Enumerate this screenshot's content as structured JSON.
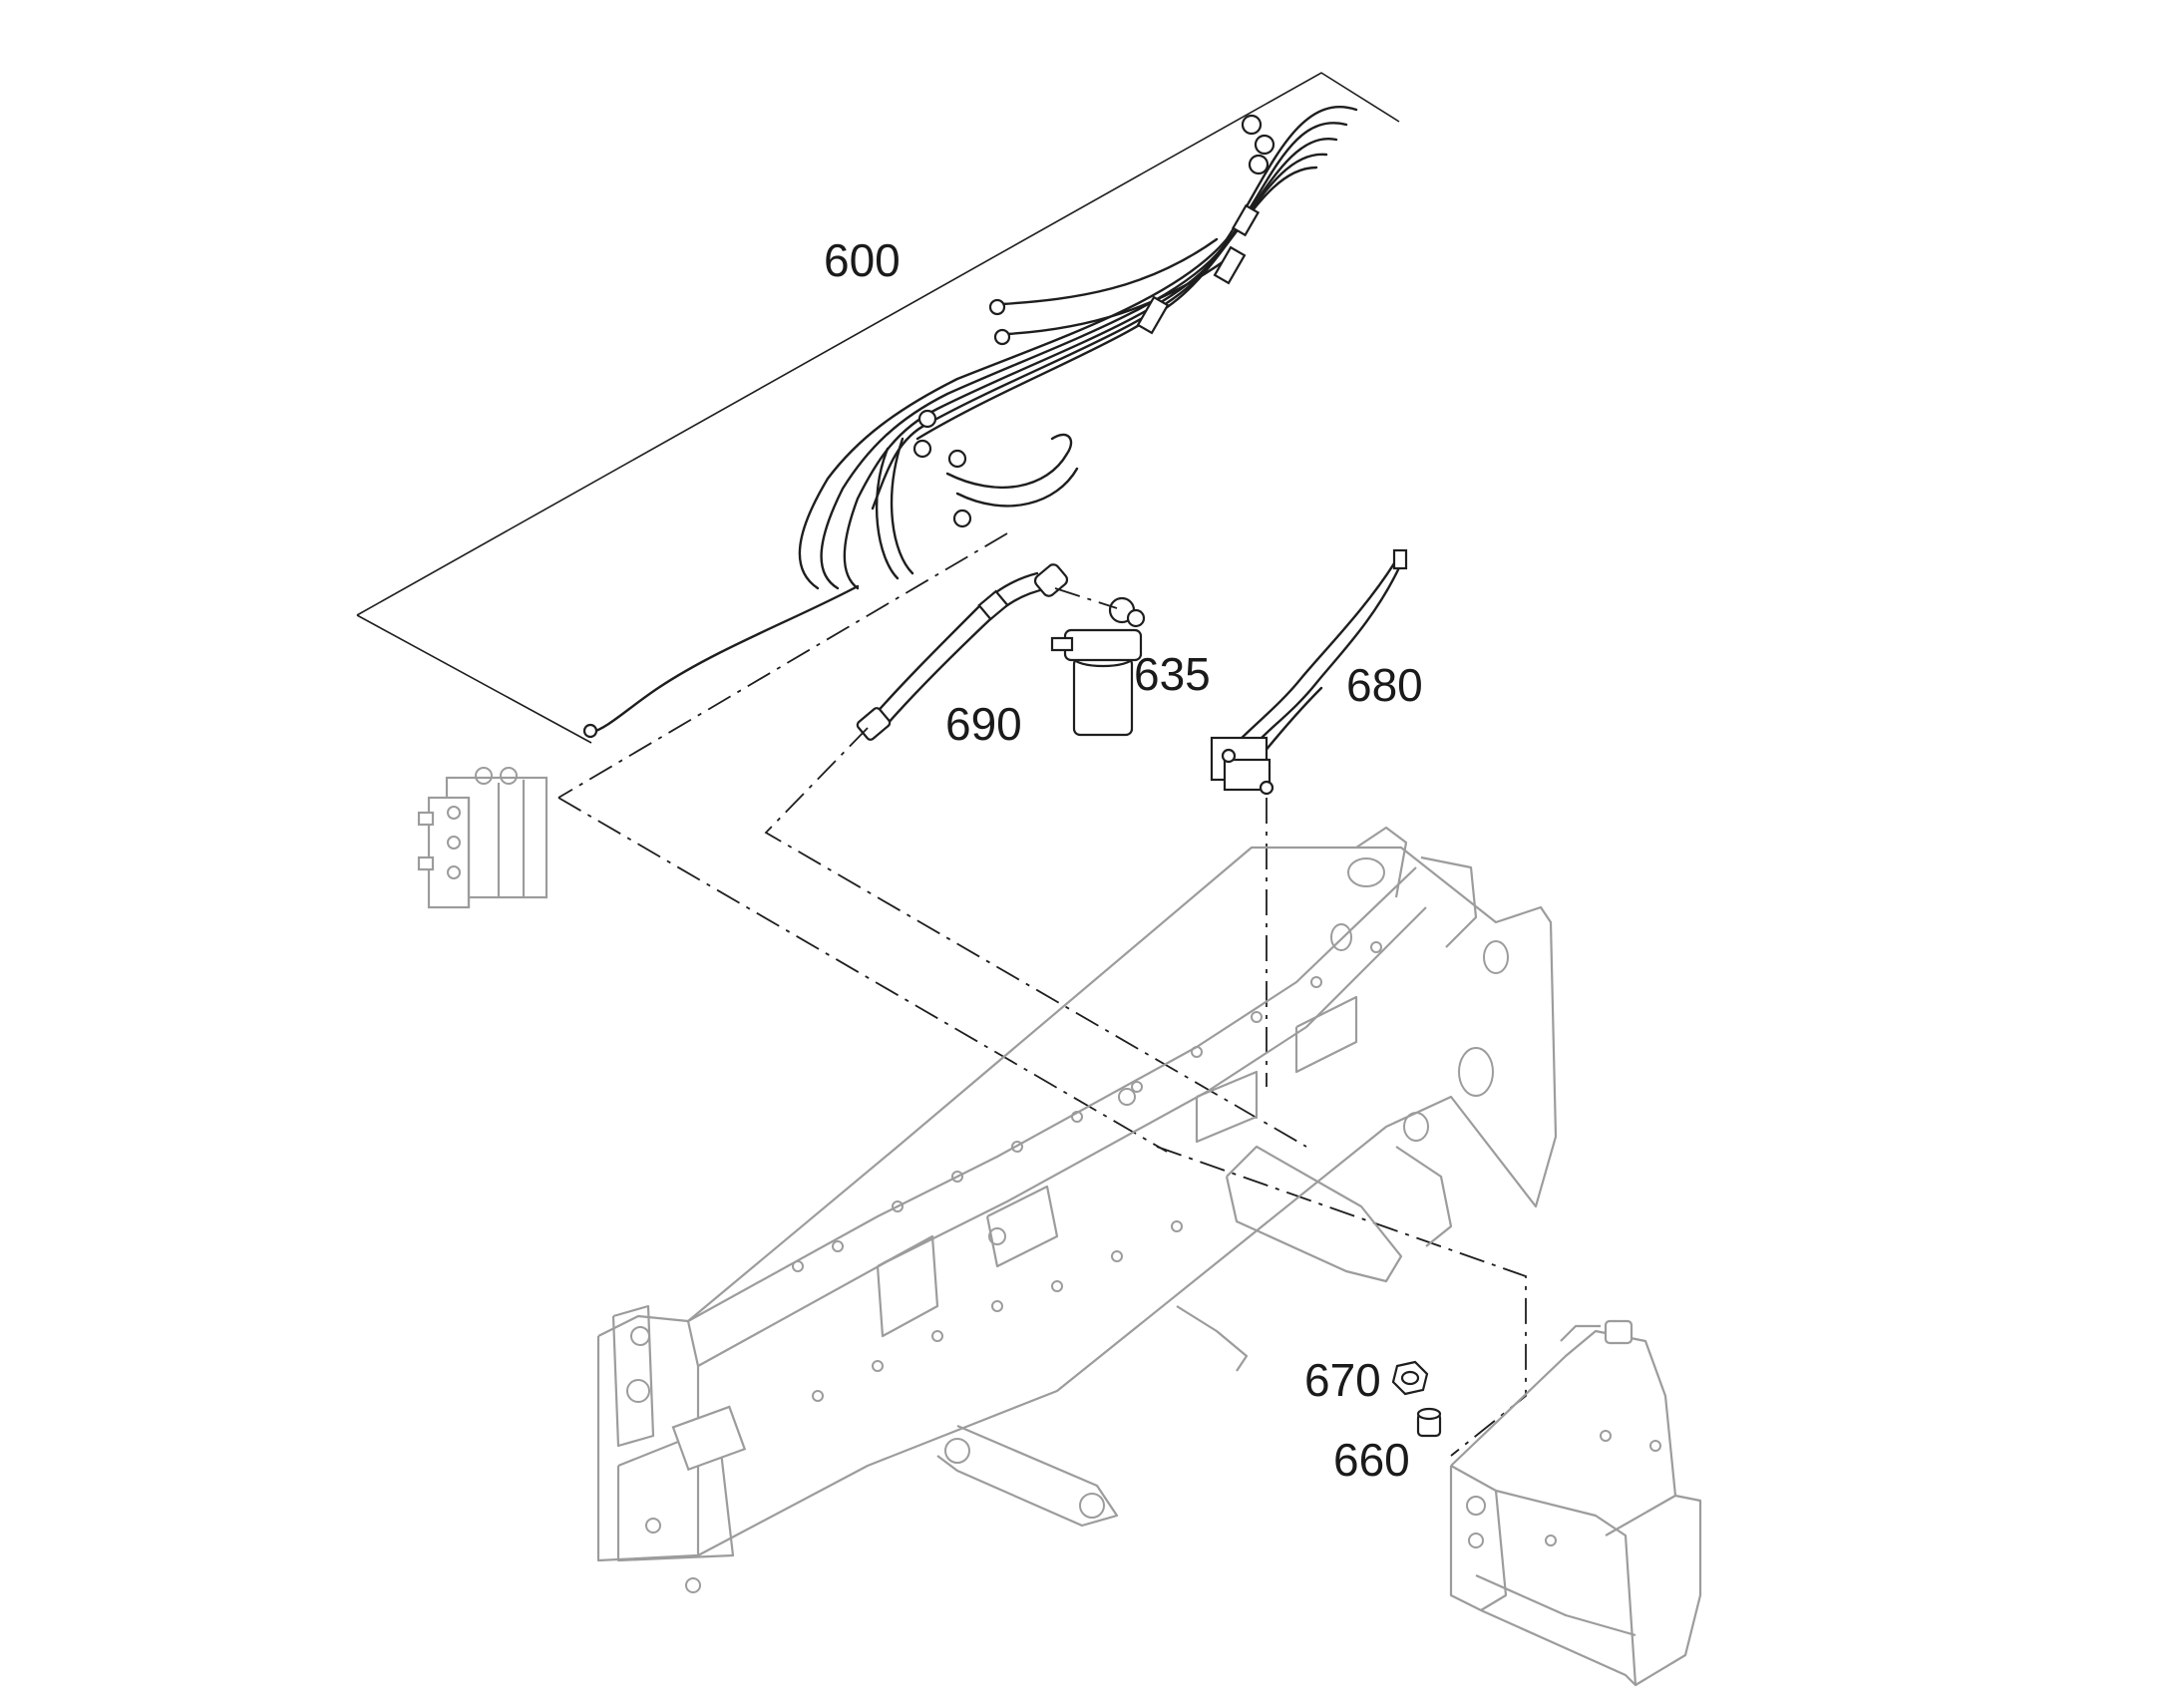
{
  "callouts": [
    {
      "id": "600",
      "label": "600"
    },
    {
      "id": "635",
      "label": "635"
    },
    {
      "id": "690",
      "label": "690"
    },
    {
      "id": "680",
      "label": "680"
    },
    {
      "id": "670",
      "label": "670"
    },
    {
      "id": "660",
      "label": "660"
    }
  ],
  "colors": {
    "ink": "#1e1e1e",
    "ghost": "#9c9c9c",
    "background": "#ffffff"
  }
}
